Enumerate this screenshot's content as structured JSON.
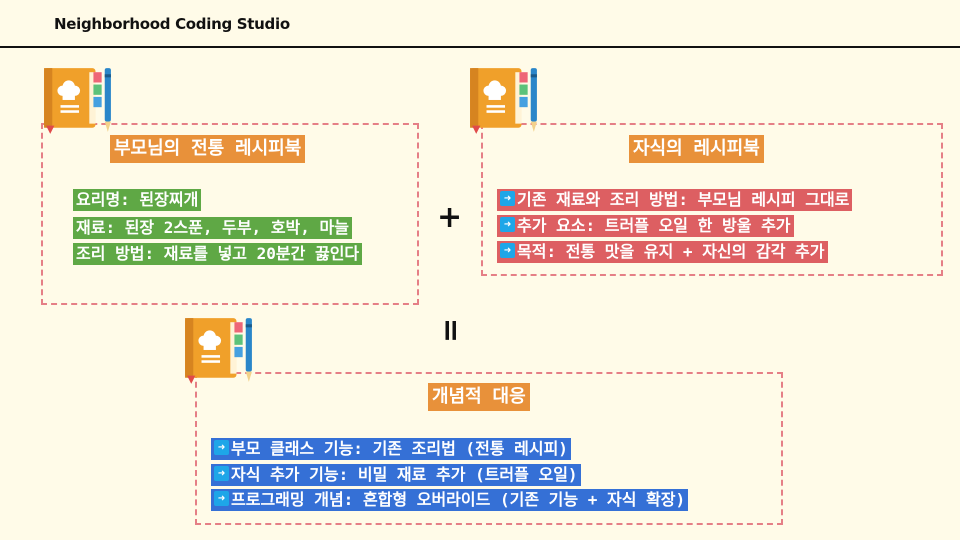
{
  "header": {
    "title": "Neighborhood Coding Studio"
  },
  "parent_box": {
    "title": "부모님의 전통 레시피북",
    "lines": [
      "요리명: 된장찌개",
      "재료: 된장 2스푼, 두부, 호박, 마늘",
      "조리 방법: 재료를 넣고 20분간 끓인다"
    ]
  },
  "child_box": {
    "title": "자식의 레시피북",
    "lines": [
      "기존 재료와 조리 방법: 부모님 레시피 그대로",
      "추가 요소: 트러플 오일 한 방울 추가",
      "목적: 전통 맛을 유지 + 자신의 감각 추가"
    ]
  },
  "concept_box": {
    "title": "개념적 대응",
    "lines": [
      "부모 클래스 기능: 기존 조리법 (전통 레시피)",
      "자식 추가 기능: 비밀 재료 추가 (트러플 오일)",
      "프로그래밍 개념: 혼합형 오버라이드 (기존 기능 + 자식 확장)"
    ]
  },
  "operators": {
    "plus": "+",
    "equals": "="
  },
  "icons": {
    "book": "recipe-book-icon",
    "arrow": "right-arrow-icon"
  },
  "colors": {
    "accent": "#e8913a",
    "dash": "#e57f86",
    "green": "#5fa845",
    "red": "#dd5f62",
    "blue": "#3570d6",
    "arrow": "#1ea6e8"
  }
}
